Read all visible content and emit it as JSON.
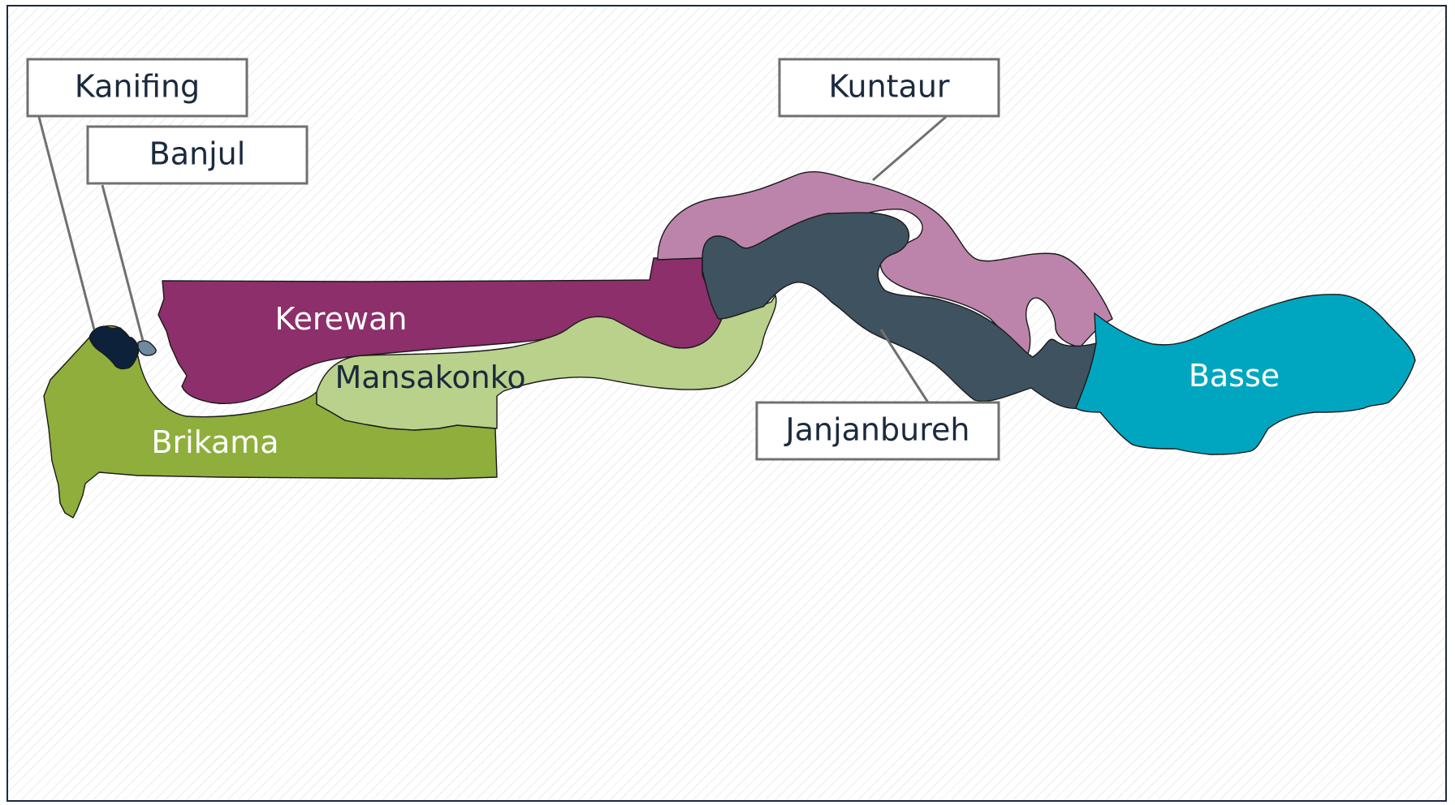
{
  "colors": {
    "frame_border": "#1b2a3e",
    "kerewan": "#8c2f6b",
    "kuntaur": "#bd84ab",
    "janjanbureh": "#3f5260",
    "basse": "#00a6c0",
    "mansakonko": "#b9d18b",
    "brikama": "#8fae3c",
    "kanifing": "#0e213a",
    "banjul": "#6d8aa1",
    "callout_border": "#707070",
    "label_dark": "#1b2a3e",
    "label_light": "#ffffff"
  },
  "regions": {
    "kerewan": {
      "label": "Kerewan"
    },
    "mansakonko": {
      "label": "Mansakonko"
    },
    "brikama": {
      "label": "Brikama"
    },
    "basse": {
      "label": "Basse"
    },
    "kuntaur": {
      "label": "Kuntaur"
    },
    "janjanbureh": {
      "label": "Janjanbureh"
    },
    "kanifing": {
      "label": "Kanifing"
    },
    "banjul": {
      "label": "Banjul"
    }
  }
}
